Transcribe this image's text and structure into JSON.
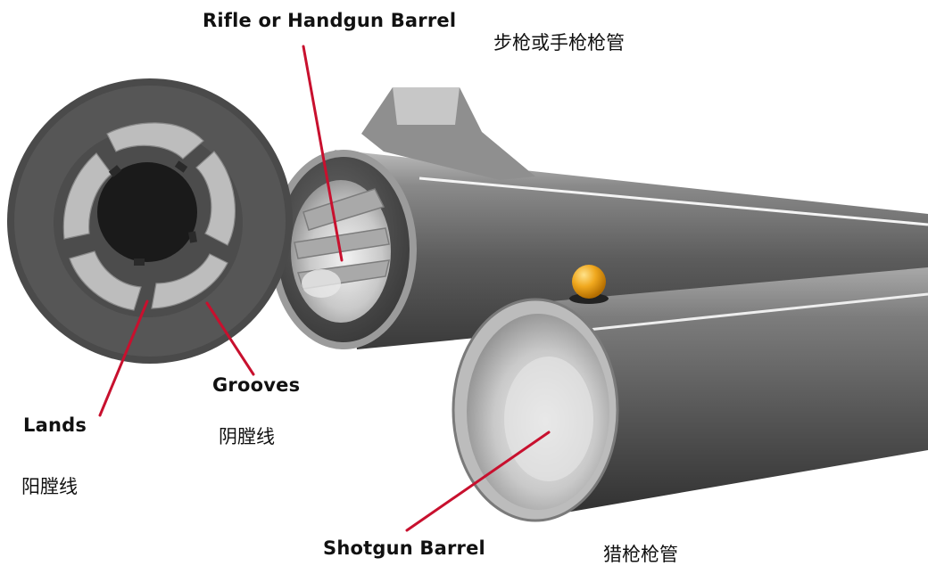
{
  "labels": {
    "rifle_en": "Rifle or Handgun Barrel",
    "rifle_zh": "步枪或手枪枪管",
    "grooves_en": "Grooves",
    "grooves_zh": "阴膛线",
    "lands_en": "Lands",
    "lands_zh": "阳膛线",
    "shotgun_en": "Shotgun Barrel",
    "shotgun_zh": "猎枪枪管"
  },
  "colors": {
    "leader": "#c8102e",
    "barrel_dark": "#3a3a3a",
    "barrel_mid": "#6f6f6f",
    "barrel_light": "#b9b9b9",
    "bead": "#f0a81e",
    "bore_black": "#1a1a1a"
  }
}
